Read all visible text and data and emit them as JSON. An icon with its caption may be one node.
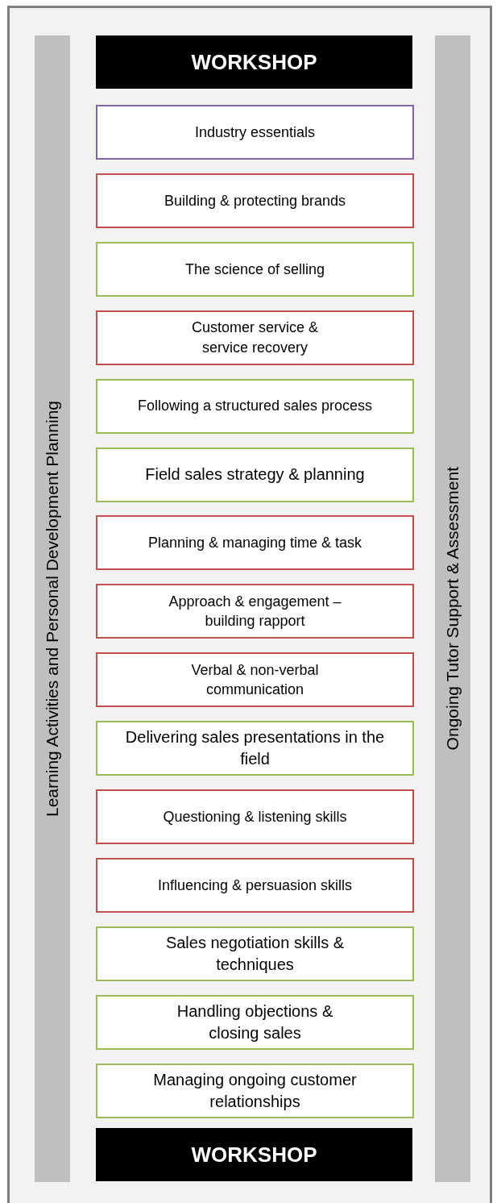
{
  "diagram": {
    "nodes": [
      {
        "text": [
          "WORKSHOP"
        ]
      },
      {
        "text": [
          "Industry essentials"
        ]
      },
      {
        "text": [
          "Building & protecting brands"
        ]
      },
      {
        "text": [
          "The science of selling"
        ]
      },
      {
        "text": [
          "Customer service & service recovery"
        ]
      },
      {
        "text": [
          "Following a structured sales process"
        ]
      },
      {
        "text": [
          "Field sales strategy & planning"
        ]
      },
      {
        "text": [
          "Planning & managing time & task"
        ]
      },
      {
        "text": [
          "Approach & engagement – building rapport"
        ]
      },
      {
        "text": [
          "Verbal & non-verbal communication"
        ]
      },
      {
        "text": [
          "Delivering sales presentations in the field"
        ]
      },
      {
        "text": [
          "Questioning & listening skills"
        ]
      },
      {
        "text": [
          "Influencing & persuasion skills"
        ]
      },
      {
        "text": [
          "Sales negotiation skills & techniques"
        ]
      },
      {
        "text": [
          "Handling objections & closing sales"
        ]
      },
      {
        "text": [
          "Managing ongoing customer relationships"
        ]
      },
      {
        "text": [
          "WORKSHOP"
        ]
      },
      {
        "text": [
          "Learning Activities and Personal Development Planning"
        ]
      },
      {
        "text": [
          "Ongoing Tutor Support & Assessment"
        ]
      }
    ]
  }
}
